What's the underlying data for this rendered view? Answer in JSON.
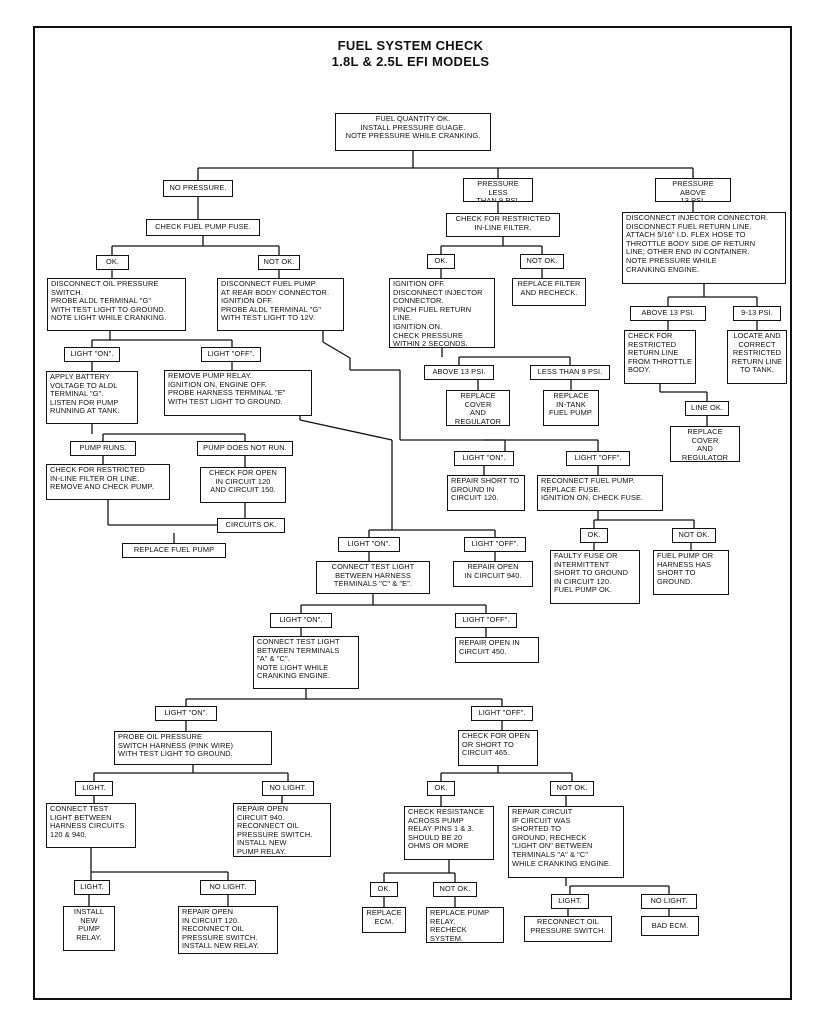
{
  "title": {
    "line1": "FUEL SYSTEM CHECK",
    "line2": "1.8L & 2.5L EFI MODELS"
  },
  "nodes": {
    "start": "FUEL QUANTITY OK.\nINSTALL PRESSURE GUAGE.\nNOTE PRESSURE WHILE CRANKING.",
    "no_pressure": "NO PRESSURE.",
    "pressure_less": "PRESSURE LESS\nTHAN 9 psi.",
    "pressure_above": "PRESSURE ABOVE\n13 psi.",
    "check_fuse": "CHECK FUEL PUMP FUSE.",
    "fuse_ok": "OK.",
    "fuse_not_ok": "NOT OK.",
    "disconnect_oil": "DISCONNECT OIL PRESSURE\nSWITCH.\nPROBE ALDL TERMINAL \"G\"\nWITH TEST LIGHT TO GROUND.\nNOTE LIGHT WHILE CRANKING.",
    "disconnect_pump": "DISCONNECT FUEL PUMP\nAT REAR BODY CONNECTOR.\nIGNITION OFF.\nPROBE ALDL TERMINAL \"G\"\nWITH TEST LIGHT TO 12V.",
    "light_on_1": "LIGHT \"ON\".",
    "light_off_1": "LIGHT \"OFF\".",
    "apply_battery": "APPLY BATTERY\nVOLTAGE TO ALDL\nTERMINAL \"G\".\nLISTEN FOR PUMP\nRUNNING AT TANK.",
    "remove_relay": "REMOVE PUMP RELAY.\nIGNITION ON, ENGINE OFF.\nPROBE HARNESS TERMINAL \"E\"\nWITH TEST LIGHT TO GROUND.",
    "pump_runs": "PUMP RUNS.",
    "pump_not_run": "PUMP DOES NOT RUN.",
    "check_restricted_inline": "CHECK FOR RESTRICTED\nIN-LINE FILTER OR LINE.\nREMOVE AND CHECK PUMP.",
    "check_open_120_150": "CHECK FOR OPEN\nIN CIRCUIT 120\nAND CIRCUIT 150.",
    "circuits_ok": "CIRCUITS OK.",
    "replace_pump": "REPLACE FUEL PUMP",
    "check_restricted_filter": "CHECK FOR RESTRICTED\nIN-LINE FILTER.",
    "filter_ok": "OK.",
    "filter_not_ok": "NOT OK.",
    "ignition_off": "IGNITION OFF.\nDISCONNECT INJECTOR\nCONNECTOR.\nPINCH FUEL RETURN LINE.\nIGNITION ON.\nCHECK PRESSURE\nWITHIN 2 SECONDS.",
    "replace_filter": "REPLACE FILTER\nAND RECHECK.",
    "above_13_mid": "ABOVE 13 psi.",
    "less_9_mid": "LESS THAN 9 psi.",
    "replace_cover_1": "REPLACE COVER\nAND REGULATOR\nASSEMBLY.",
    "replace_intank": "REPLACE\nIN-TANK\nFUEL PUMP.",
    "light_on_2": "LIGHT \"ON\".",
    "light_off_2": "LIGHT \"OFF\".",
    "repair_short": "REPAIR SHORT TO\nGROUND IN\nCIRCUIT 120.",
    "reconnect_pump": "RECONNECT FUEL PUMP.\nREPLACE FUSE.\nIGNITION ON, CHECK FUSE.",
    "fuse2_ok": "OK.",
    "fuse2_not_ok": "NOT OK.",
    "faulty_fuse": "FAULTY FUSE OR\nINTERMITTENT\nSHORT TO GROUND\nIN CIRCUIT 120.\nFUEL PUMP OK.",
    "fuel_pump_harness": "FUEL PUMP OR\nHARNESS HAS\nSHORT TO\nGROUND.",
    "disconnect_injector_right": "DISCONNECT INJECTOR CONNECTOR.\nDISCONNECT FUEL RETURN LINE.\nATTACH 5/16\" I.D. FLEX HOSE TO\nTHROTTLE BODY SIDE OF RETURN\nLINE; OTHER END IN CONTAINER.\nNOTE PRESSURE WHILE\nCRANKING ENGINE.",
    "above_13_right": "ABOVE 13 psi.",
    "range_9_13": "9-13 psi.",
    "check_restricted_return": "CHECK FOR\nRESTRICTED\nRETURN LINE\nFROM THROTTLE\nBODY.",
    "locate_correct": "LOCATE AND\nCORRECT\nRESTRICTED\nRETURN LINE\nTO TANK.",
    "line_ok": "LINE OK.",
    "replace_cover_2": "REPLACE COVER\nAND REGULATOR\nASSEMBLY.",
    "light_on_3": "LIGHT \"ON\".",
    "light_off_3": "LIGHT \"OFF\".",
    "connect_ce": "CONNECT TEST LIGHT\nBETWEEN HARNESS\nTERMINALS \"C\" & \"E\".",
    "repair_940": "REPAIR OPEN\nIN CIRCUIT 940.",
    "light_on_4": "LIGHT \"ON\".",
    "light_off_4": "LIGHT \"OFF\".",
    "connect_ac": "CONNECT TEST LIGHT\nBETWEEN TERMINALS\n\"A\" & \"C\".\nNOTE LIGHT WHILE\nCRANKING ENGINE.",
    "repair_450": "REPAIR OPEN IN\nCIRCUIT 450.",
    "light_on_5": "LIGHT \"ON\".",
    "light_off_5": "LIGHT \"OFF\".",
    "probe_oil": "PROBE OIL PRESSURE\nSWITCH HARNESS (PINK WIRE)\nWITH TEST LIGHT TO GROUND.",
    "check_465": "CHECK FOR OPEN\nOR SHORT TO\nCIRCUIT 465.",
    "light_6": "LIGHT.",
    "no_light_6": "NO LIGHT.",
    "connect_120_940": "CONNECT TEST\nLIGHT BETWEEN\nHARNESS CIRCUITS\n120 & 940.",
    "repair_open_940": "REPAIR OPEN\nCIRCUIT 940.\nRECONNECT OIL\nPRESSURE SWITCH.\nINSTALL NEW\nPUMP RELAY.",
    "ok_465": "OK.",
    "not_ok_465": "NOT OK.",
    "check_resistance": "CHECK RESISTANCE\nACROSS PUMP\nRELAY PINS 1 & 3.\nSHOULD BE 20\nOHMS OR MORE",
    "repair_circuit": "REPAIR CIRCUIT\nIF CIRCUIT WAS\nSHORTED TO\nGROUND, RECHECK\n\"LIGHT ON\" BETWEEN\nTERMINALS \"A\" & \"C\"\nWHILE CRANKING ENGINE.",
    "light_7": "LIGHT.",
    "no_light_7": "NO LIGHT.",
    "install_relay": "INSTALL\nNEW\nPUMP\nRELAY.",
    "repair_open_120": "REPAIR OPEN\nIN CIRCUIT 120.\nRECONNECT OIL\nPRESSURE SWITCH.\nINSTALL NEW RELAY.",
    "res_ok": "OK.",
    "res_not_ok": "NOT OK.",
    "replace_ecm": "REPLACE\nECM.",
    "replace_pump_relay": "REPLACE PUMP\nRELAY.\nRECHECK SYSTEM.",
    "light_8": "LIGHT.",
    "no_light_8": "NO LIGHT.",
    "reconnect_oil": "RECONNECT OIL\nPRESSURE SWITCH.",
    "bad_ecm": "BAD ECM."
  }
}
